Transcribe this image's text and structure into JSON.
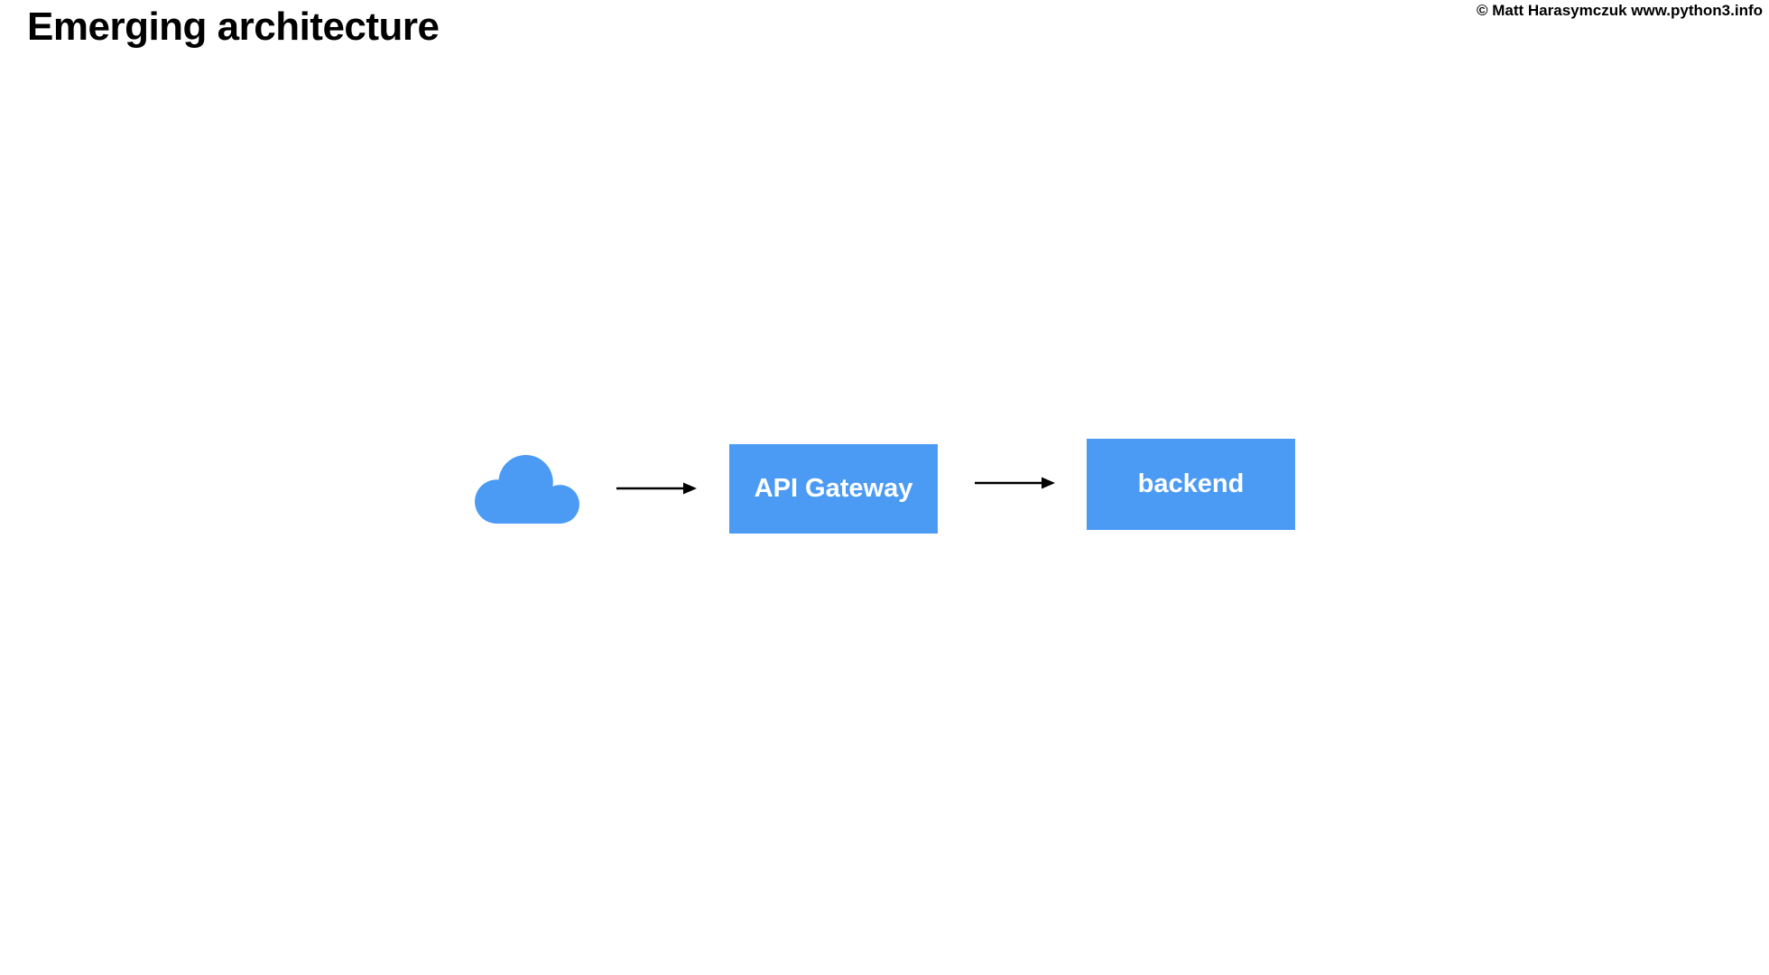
{
  "page": {
    "title": "Emerging architecture",
    "copyright": "© Matt Harasymczuk www.python3.info"
  },
  "diagram": {
    "nodes": [
      {
        "id": "internet-cloud",
        "kind": "icon",
        "icon": "cloud-icon"
      },
      {
        "id": "api-gateway",
        "kind": "box",
        "label": "API Gateway"
      },
      {
        "id": "backend",
        "kind": "box",
        "label": "backend"
      }
    ],
    "edges": [
      {
        "from": "internet-cloud",
        "to": "api-gateway",
        "style": "solid-arrow"
      },
      {
        "from": "api-gateway",
        "to": "backend",
        "style": "solid-arrow"
      }
    ],
    "colors": {
      "node_fill": "#4B9BF5",
      "node_text": "#FFFFFF",
      "arrow": "#000000",
      "background": "#FFFFFF",
      "title_text": "#000000"
    }
  }
}
